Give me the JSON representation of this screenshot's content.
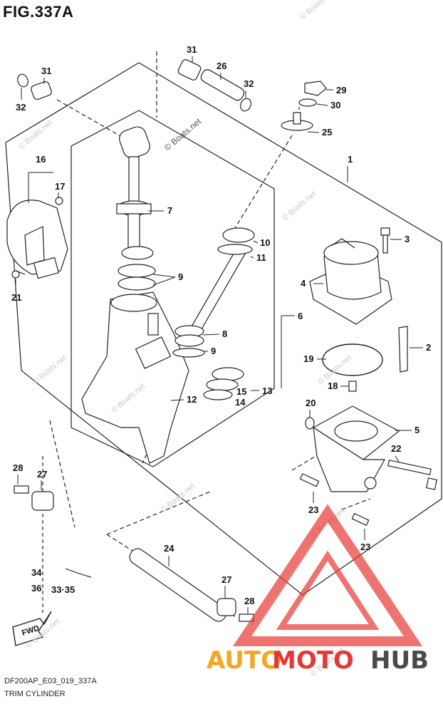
{
  "figure": {
    "title": "FIG.337A",
    "code": "DF200AP_E03_019_337A",
    "name": "TRIM CYLINDER"
  },
  "fwd_label": "FWD",
  "watermark": {
    "text": "© Boats.net",
    "center_text": "© Boats.net"
  },
  "logo": {
    "part1": "AUTO",
    "part2": "MOTO",
    "part3": "HUB",
    "color_orange": "#f5a623",
    "color_red": "#e53935",
    "color_dark": "#4a4a4a"
  },
  "callouts": {
    "c1": "1",
    "c3": "3",
    "c4": "4",
    "c5": "5",
    "c6": "6",
    "c7": "7",
    "c8": "8",
    "c9a": "9",
    "c9b": "9",
    "c10": "10",
    "c11": "11",
    "c12": "12",
    "c13": "13",
    "c14": "14",
    "c15": "15",
    "c16": "16",
    "c17": "17",
    "c18": "18",
    "c19": "19",
    "c20": "20",
    "c21": "21",
    "c22": "22",
    "c23a": "23",
    "c23b": "23",
    "c24": "24",
    "c25": "25",
    "c26": "26",
    "c27a": "27",
    "c27b": "27",
    "c28a": "28",
    "c28b": "28",
    "c29": "29",
    "c30": "30",
    "c31a": "31",
    "c31b": "31",
    "c32a": "32",
    "c32b": "32",
    "c34": "34",
    "c36": "36",
    "c3335": "33·35",
    "c2": "2"
  }
}
